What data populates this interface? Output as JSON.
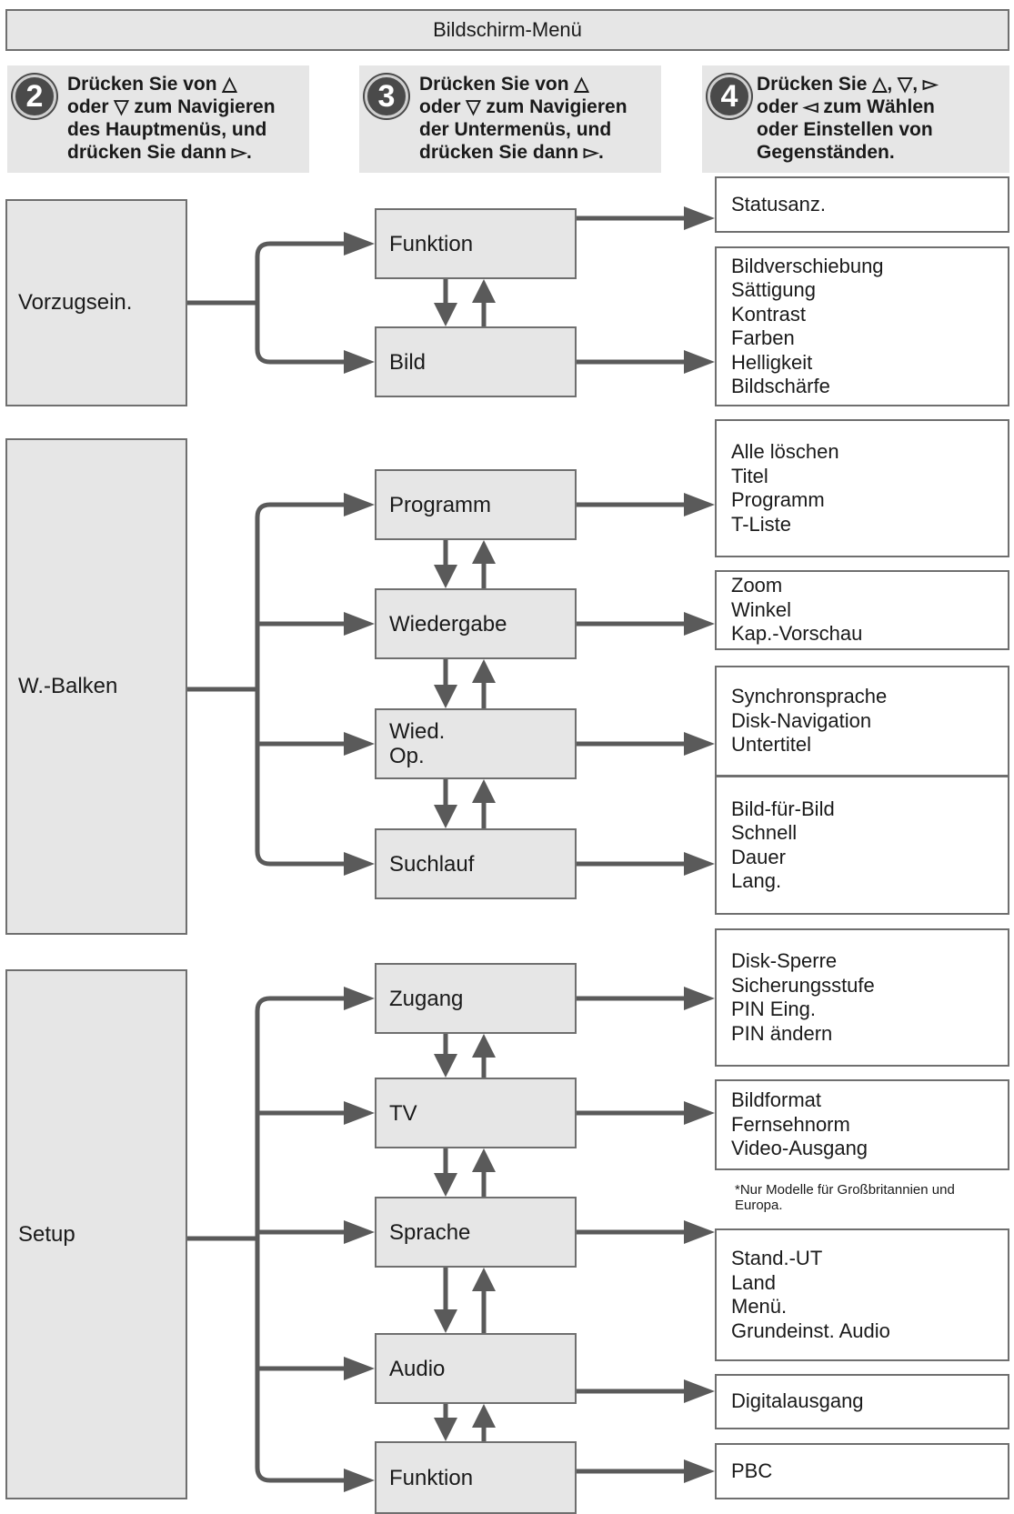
{
  "title": "Bildschirm-Menü",
  "steps": [
    {
      "number": "2",
      "text": "Drücken Sie von △\noder ▽ zum Navigieren\ndes Hauptmenüs, und\ndrücken Sie dann ▻."
    },
    {
      "number": "3",
      "text": "Drücken Sie von △\noder ▽ zum Navigieren\nder Untermenüs, und\ndrücken Sie dann ▻."
    },
    {
      "number": "4",
      "text": "Drücken Sie △, ▽, ▻\noder ◅ zum Wählen\noder Einstellen von\nGegenständen."
    }
  ],
  "main_menus": [
    "Vorzugsein.",
    "W.-Balken",
    "Setup"
  ],
  "submenus": [
    "Funktion",
    "Bild",
    "Programm",
    "Wiedergabe",
    "Wied.\nOp.",
    "Suchlauf",
    "Zugang",
    "TV",
    "Sprache",
    "Audio",
    "Funktion"
  ],
  "items": [
    [
      "Statusanz."
    ],
    [
      "Bildverschiebung",
      "Sättigung",
      "Kontrast",
      "Farben",
      "Helligkeit",
      "Bildschärfe"
    ],
    [
      "Alle löschen",
      "Titel",
      "Programm",
      "T-Liste"
    ],
    [
      "Zoom",
      "Winkel",
      "Kap.-Vorschau"
    ],
    [
      "Synchronsprache",
      "Disk-Navigation",
      "Untertitel"
    ],
    [
      "Bild-für-Bild",
      "Schnell",
      "Dauer",
      "Lang."
    ],
    [
      "Disk-Sperre",
      "Sicherungsstufe",
      "PIN Eing.",
      "PIN ändern"
    ],
    [
      "Bildformat",
      "Fernsehnorm",
      "Video-Ausgang"
    ],
    [
      "Stand.-UT",
      "Land",
      "Menü.",
      "Grundeinst. Audio"
    ],
    [
      "Digitalausgang"
    ],
    [
      "PBC"
    ]
  ],
  "footnote": "*Nur Modelle für Großbritannien und\n Europa."
}
